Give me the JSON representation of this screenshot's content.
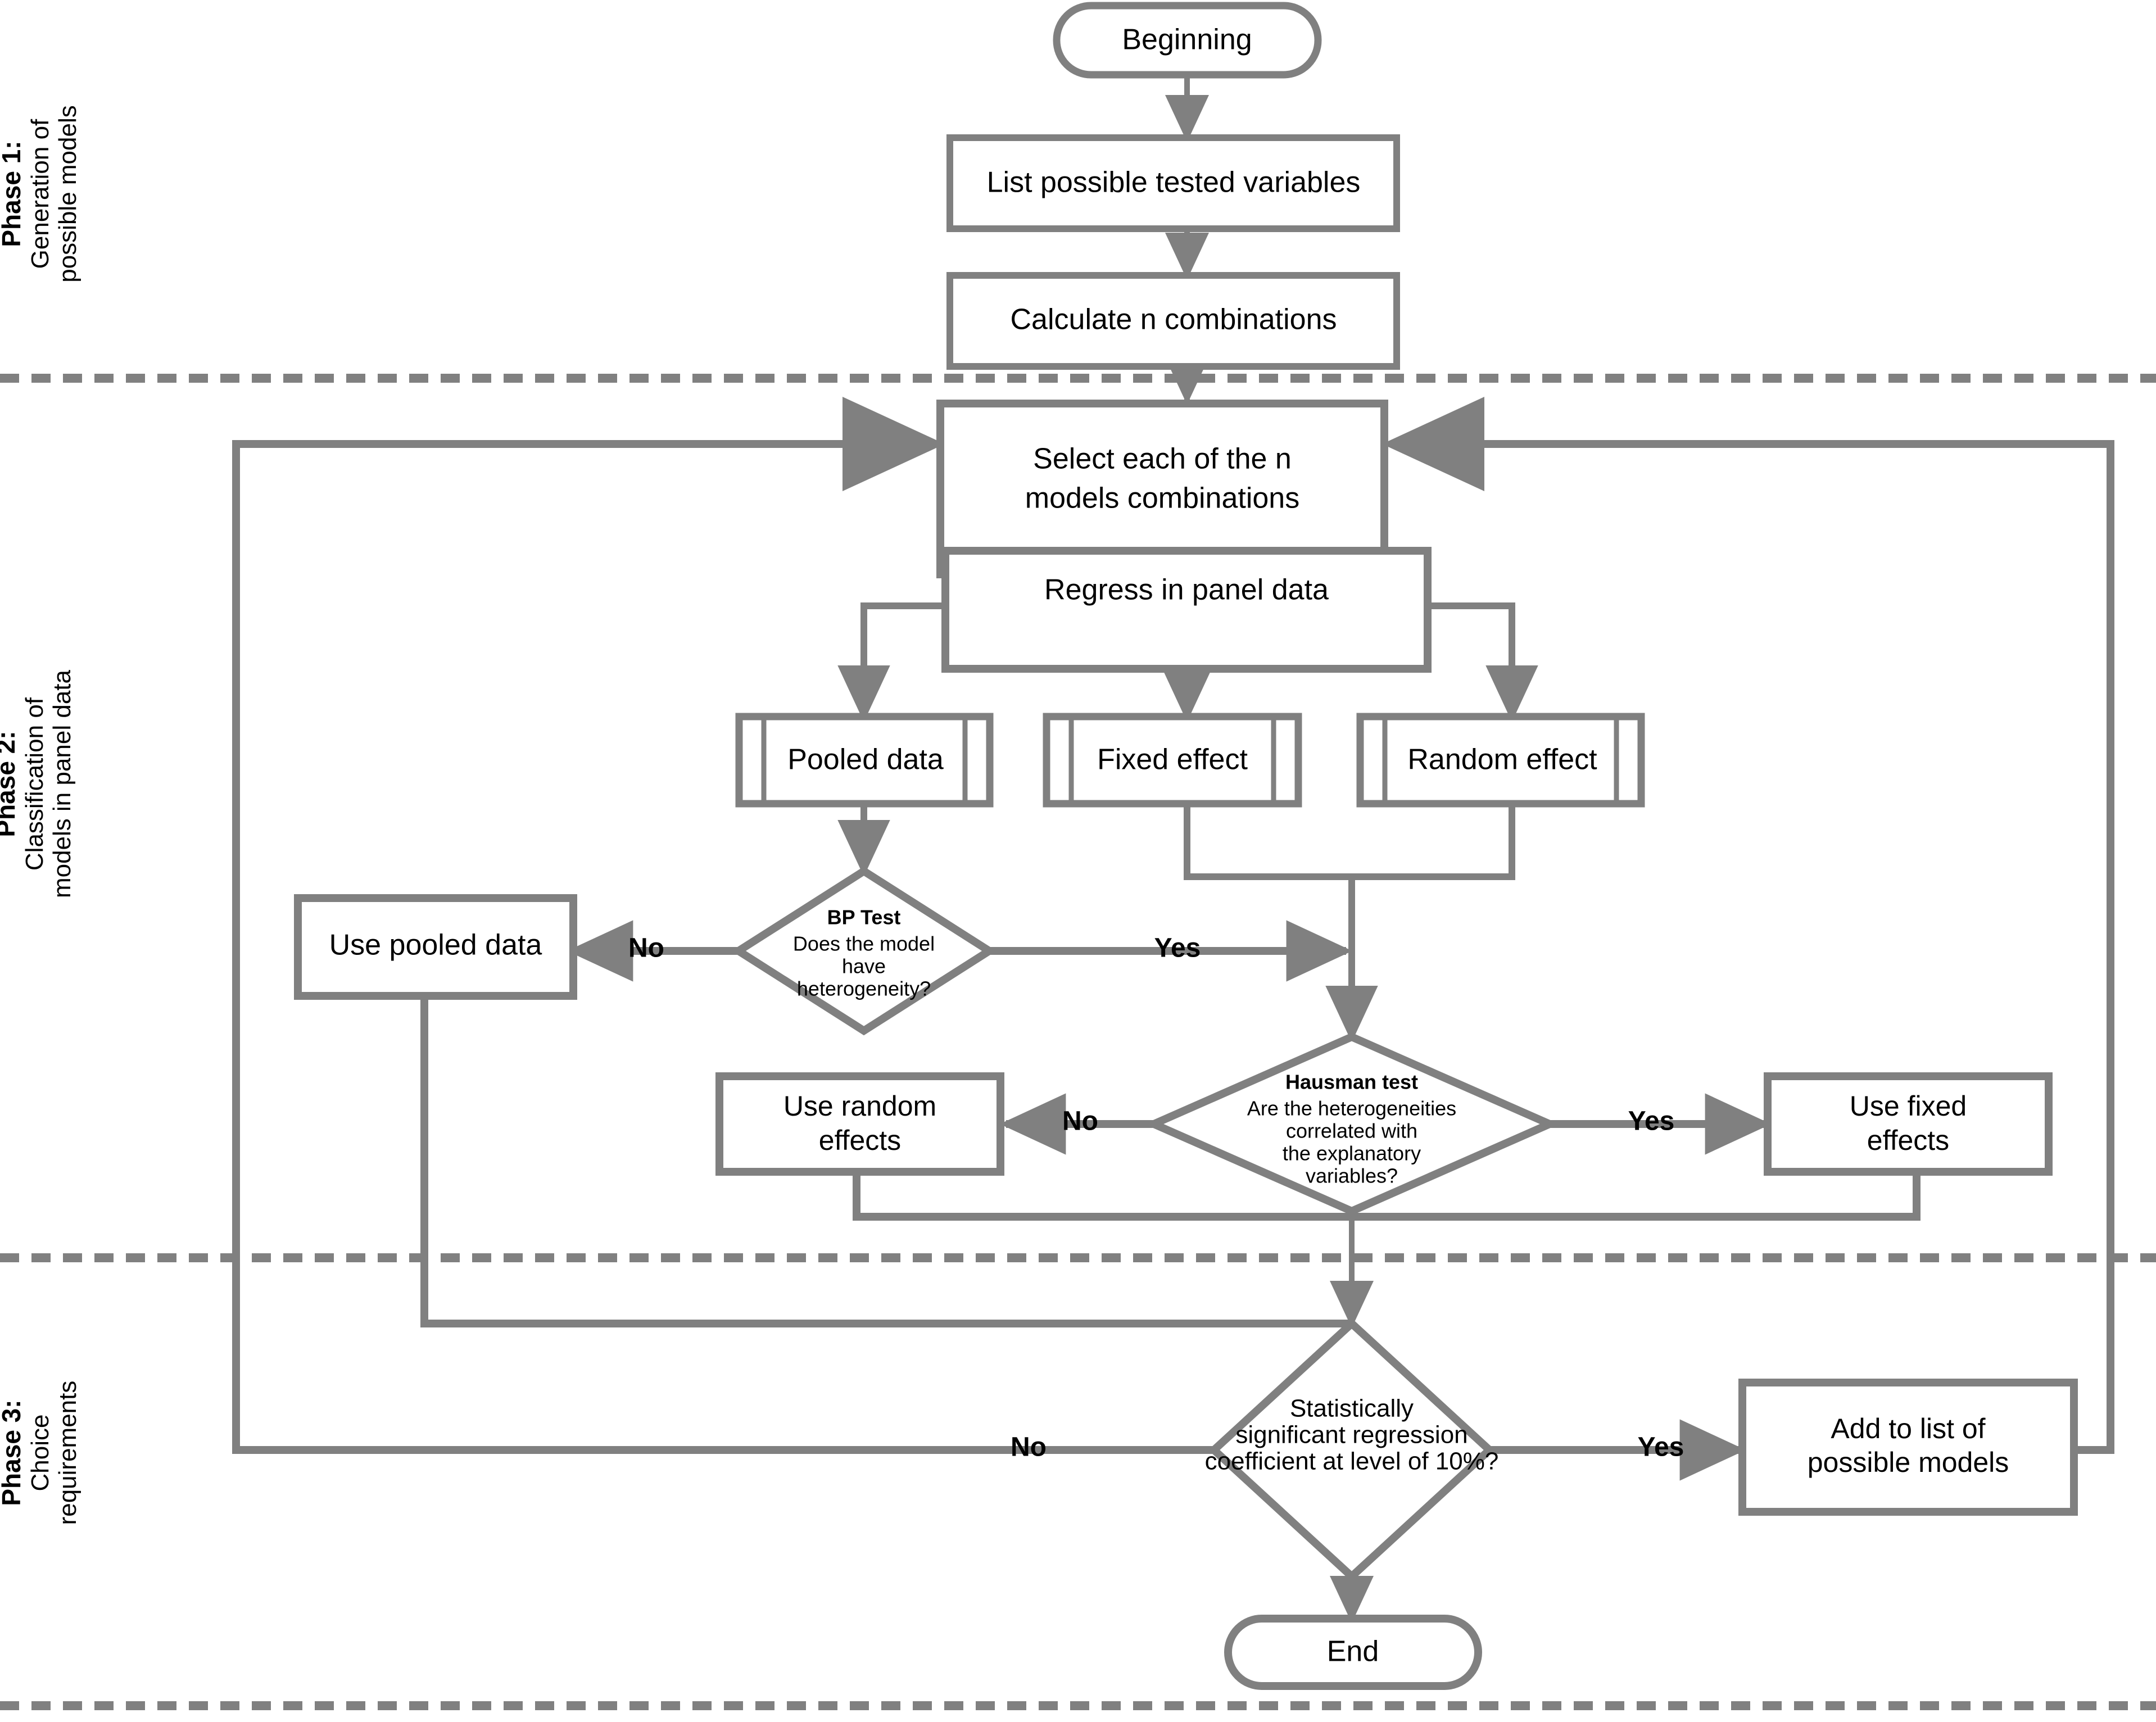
{
  "theme": {
    "stroke": "#808080",
    "text": "#000000",
    "background": "#ffffff",
    "divider": "#808080"
  },
  "phases": [
    {
      "id": "phase-1",
      "title": "Phase 1:",
      "subtitle": "Generation of\npossible models"
    },
    {
      "id": "phase-2",
      "title": "Phase 2:",
      "subtitle": "Classification of\nmodels in panel data"
    },
    {
      "id": "phase-3",
      "title": "Phase 3:",
      "subtitle": "Choice\nrequirements"
    }
  ],
  "nodes": {
    "beginning": {
      "label": "Beginning",
      "shape": "terminator"
    },
    "list_variables": {
      "label": "List  possible tested variables",
      "shape": "process"
    },
    "calculate_combinations": {
      "label": "Calculate n combinations",
      "shape": "process"
    },
    "select_models_l1": {
      "label": "Select each of the n",
      "label2": "models combinations",
      "shape": "process"
    },
    "regress_panel": {
      "label": "Regress in panel data",
      "shape": "process"
    },
    "pooled_data": {
      "label": "Pooled data",
      "shape": "predefined-process"
    },
    "fixed_effect": {
      "label": "Fixed effect",
      "shape": "predefined-process"
    },
    "random_effect": {
      "label": "Random  effect",
      "shape": "predefined-process"
    },
    "bp_test": {
      "title": "BP Test",
      "line1": "Does the model",
      "line2": "have",
      "line3": "heterogeneity?",
      "shape": "decision"
    },
    "use_pooled_data": {
      "label": "Use pooled data",
      "shape": "process"
    },
    "hausman_test": {
      "title": "Hausman test",
      "line1": "Are the heterogeneities",
      "line2": "correlated with",
      "line3": "the explanatory",
      "line4": "variables?",
      "shape": "decision"
    },
    "use_random_effects": {
      "label": "Use random",
      "label2": "effects",
      "shape": "process"
    },
    "use_fixed_effects": {
      "label": "Use fixed",
      "label2": "effects",
      "shape": "process"
    },
    "significance_test": {
      "line1": "Statistically",
      "line2": "significant regression",
      "line3": "coefficient at level of 10%?",
      "shape": "decision"
    },
    "add_to_list": {
      "label": "Add to list of",
      "label2": "possible models",
      "shape": "process"
    },
    "end": {
      "label": "End",
      "shape": "terminator"
    }
  },
  "edge_labels": {
    "bp_no": "No",
    "bp_yes": "Yes",
    "hausman_no": "No",
    "hausman_yes": "Yes",
    "sig_no": "No",
    "sig_yes": "Yes"
  },
  "chart_data": {
    "type": "diagram",
    "title": "Three-phase panel-data model selection flowchart",
    "flow": [
      {
        "from": "Beginning",
        "to": "List  possible tested variables"
      },
      {
        "from": "List  possible tested variables",
        "to": "Calculate n combinations"
      },
      {
        "from": "Calculate n combinations",
        "to": "Select each of the n models combinations"
      },
      {
        "from": "Select each of the n models combinations",
        "to": "Regress in panel data"
      },
      {
        "from": "Regress in panel data",
        "to": "Pooled data"
      },
      {
        "from": "Regress in panel data",
        "to": "Fixed effect"
      },
      {
        "from": "Regress in panel data",
        "to": "Random  effect"
      },
      {
        "from": "Pooled data",
        "to": "BP Test"
      },
      {
        "from": "BP Test",
        "to": "Use pooled data",
        "label": "No"
      },
      {
        "from": "BP Test",
        "to": "Hausman test",
        "label": "Yes"
      },
      {
        "from": "Fixed effect",
        "to": "Hausman test"
      },
      {
        "from": "Random  effect",
        "to": "Hausman test"
      },
      {
        "from": "Hausman test",
        "to": "Use random effects",
        "label": "No"
      },
      {
        "from": "Hausman test",
        "to": "Use fixed effects",
        "label": "Yes"
      },
      {
        "from": "Use pooled data",
        "to": "Statistically significant regression coefficient at level of 10%?"
      },
      {
        "from": "Use random effects",
        "to": "Statistically significant regression coefficient at level of 10%?"
      },
      {
        "from": "Use fixed effects",
        "to": "Statistically significant regression coefficient at level of 10%?"
      },
      {
        "from": "Statistically significant regression coefficient at level of 10%?",
        "to": "Select each of the n models combinations",
        "label": "No"
      },
      {
        "from": "Statistically significant regression coefficient at level of 10%?",
        "to": "Add to list of possible models",
        "label": "Yes"
      },
      {
        "from": "Add to list of possible models",
        "to": "Select each of the n models combinations"
      },
      {
        "from": "Statistically significant regression coefficient at level of 10%?",
        "to": "End"
      }
    ]
  }
}
